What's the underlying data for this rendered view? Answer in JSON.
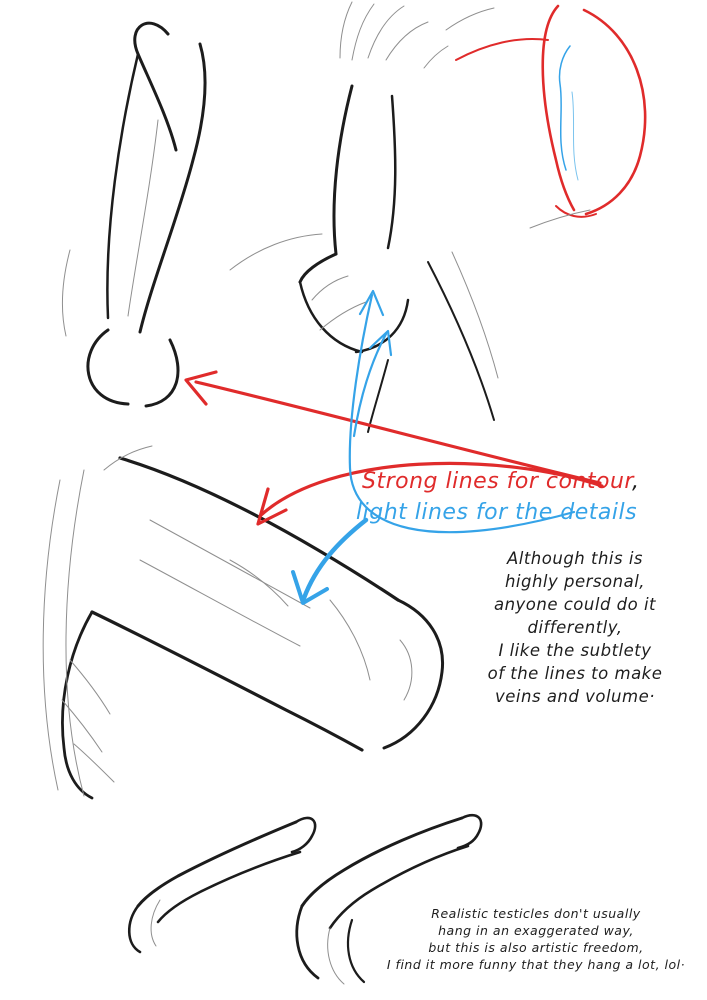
{
  "colors": {
    "paper_white": "#ffffff",
    "ink_black": "#1c1c1c",
    "contour_red": "#e02b2b",
    "detail_blue": "#35a3e8"
  },
  "annotations": {
    "contour_label": "Strong lines for contour",
    "contour_comma": ",",
    "details_label": "light lines for the details",
    "personal_note": "Although this is\nhighly personal,\nanyone could do it\ndifferently,\nI like the subtlety\nof the lines to make\nveins and volume·",
    "humor_note": "Realistic testicles don't usually\nhang in an exaggerated way,\nbut this is also artistic freedom,\nI find it more funny that they hang a lot, lol·"
  }
}
